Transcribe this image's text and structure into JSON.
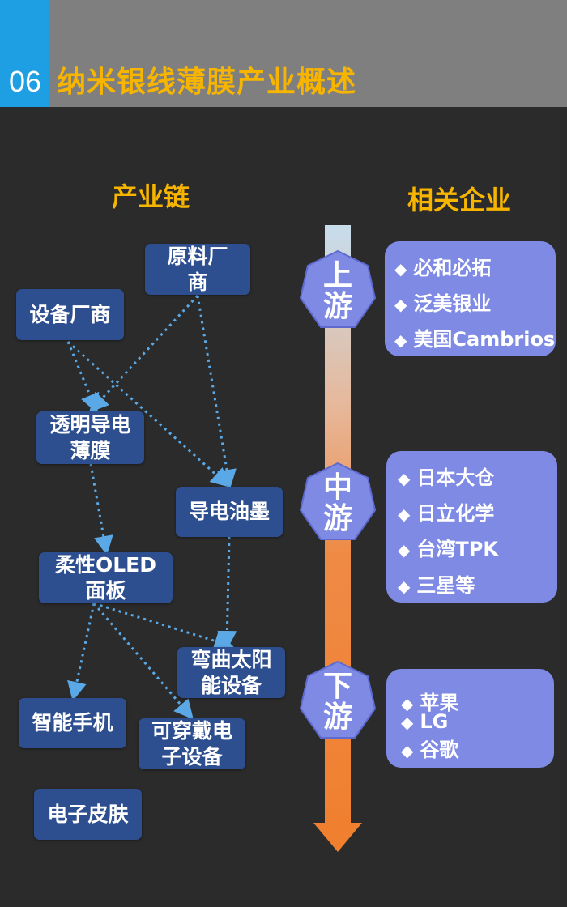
{
  "header": {
    "number": "06",
    "title": "纳米银线薄膜产业概述"
  },
  "columns": {
    "left": "产业链",
    "right": "相关企业"
  },
  "chain_nodes": [
    {
      "id": "raw",
      "label": "原料厂\n商"
    },
    {
      "id": "equip",
      "label": "设备厂商"
    },
    {
      "id": "film",
      "label": "透明导电\n薄膜"
    },
    {
      "id": "ink",
      "label": "导电油墨"
    },
    {
      "id": "oled",
      "label": "柔性OLED\n面板"
    },
    {
      "id": "solar",
      "label": "弯曲太阳\n能设备"
    },
    {
      "id": "phone",
      "label": "智能手机"
    },
    {
      "id": "wear",
      "label": "可穿戴电\n子设备"
    },
    {
      "id": "skin",
      "label": "电子皮肤"
    }
  ],
  "stages": [
    {
      "label_top": "上",
      "label_bottom": "游",
      "companies": [
        "必和必拓",
        "泛美银业",
        "美国Cambrios"
      ]
    },
    {
      "label_top": "中",
      "label_bottom": "游",
      "companies": [
        "日本大仓",
        "日立化学",
        "台湾TPK",
        "三星等"
      ]
    },
    {
      "label_top": "下",
      "label_bottom": "游",
      "companies": [
        "苹果",
        "LG",
        "谷歌"
      ]
    }
  ],
  "bullet_symbol": "◆",
  "colors": {
    "accent": "#f7b500",
    "number_box": "#1e9ee3",
    "node": "#2e4f8f",
    "company_box": "#7e8ae3",
    "arrow": "#f08030"
  }
}
